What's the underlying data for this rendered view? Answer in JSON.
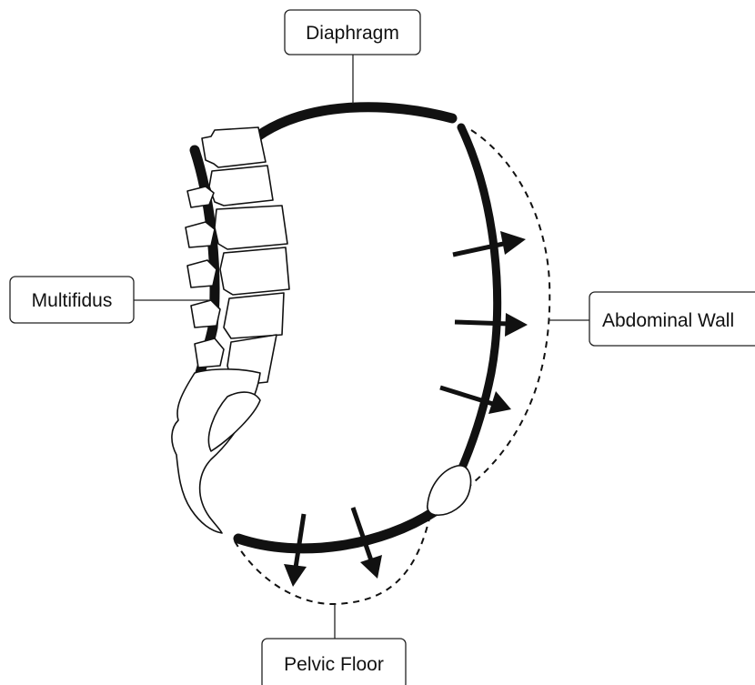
{
  "labels": {
    "diaphragm": "Diaphragm",
    "multifidus": "Multifidus",
    "abdominal_wall": "Abdominal Wall",
    "pelvic_floor": "Pelvic Floor"
  },
  "icons": [
    "lumbar-spine-icon",
    "sacrum-icon",
    "pubic-symphysis-icon"
  ],
  "colors": {
    "line": "#111111",
    "background": "#ffffff"
  }
}
